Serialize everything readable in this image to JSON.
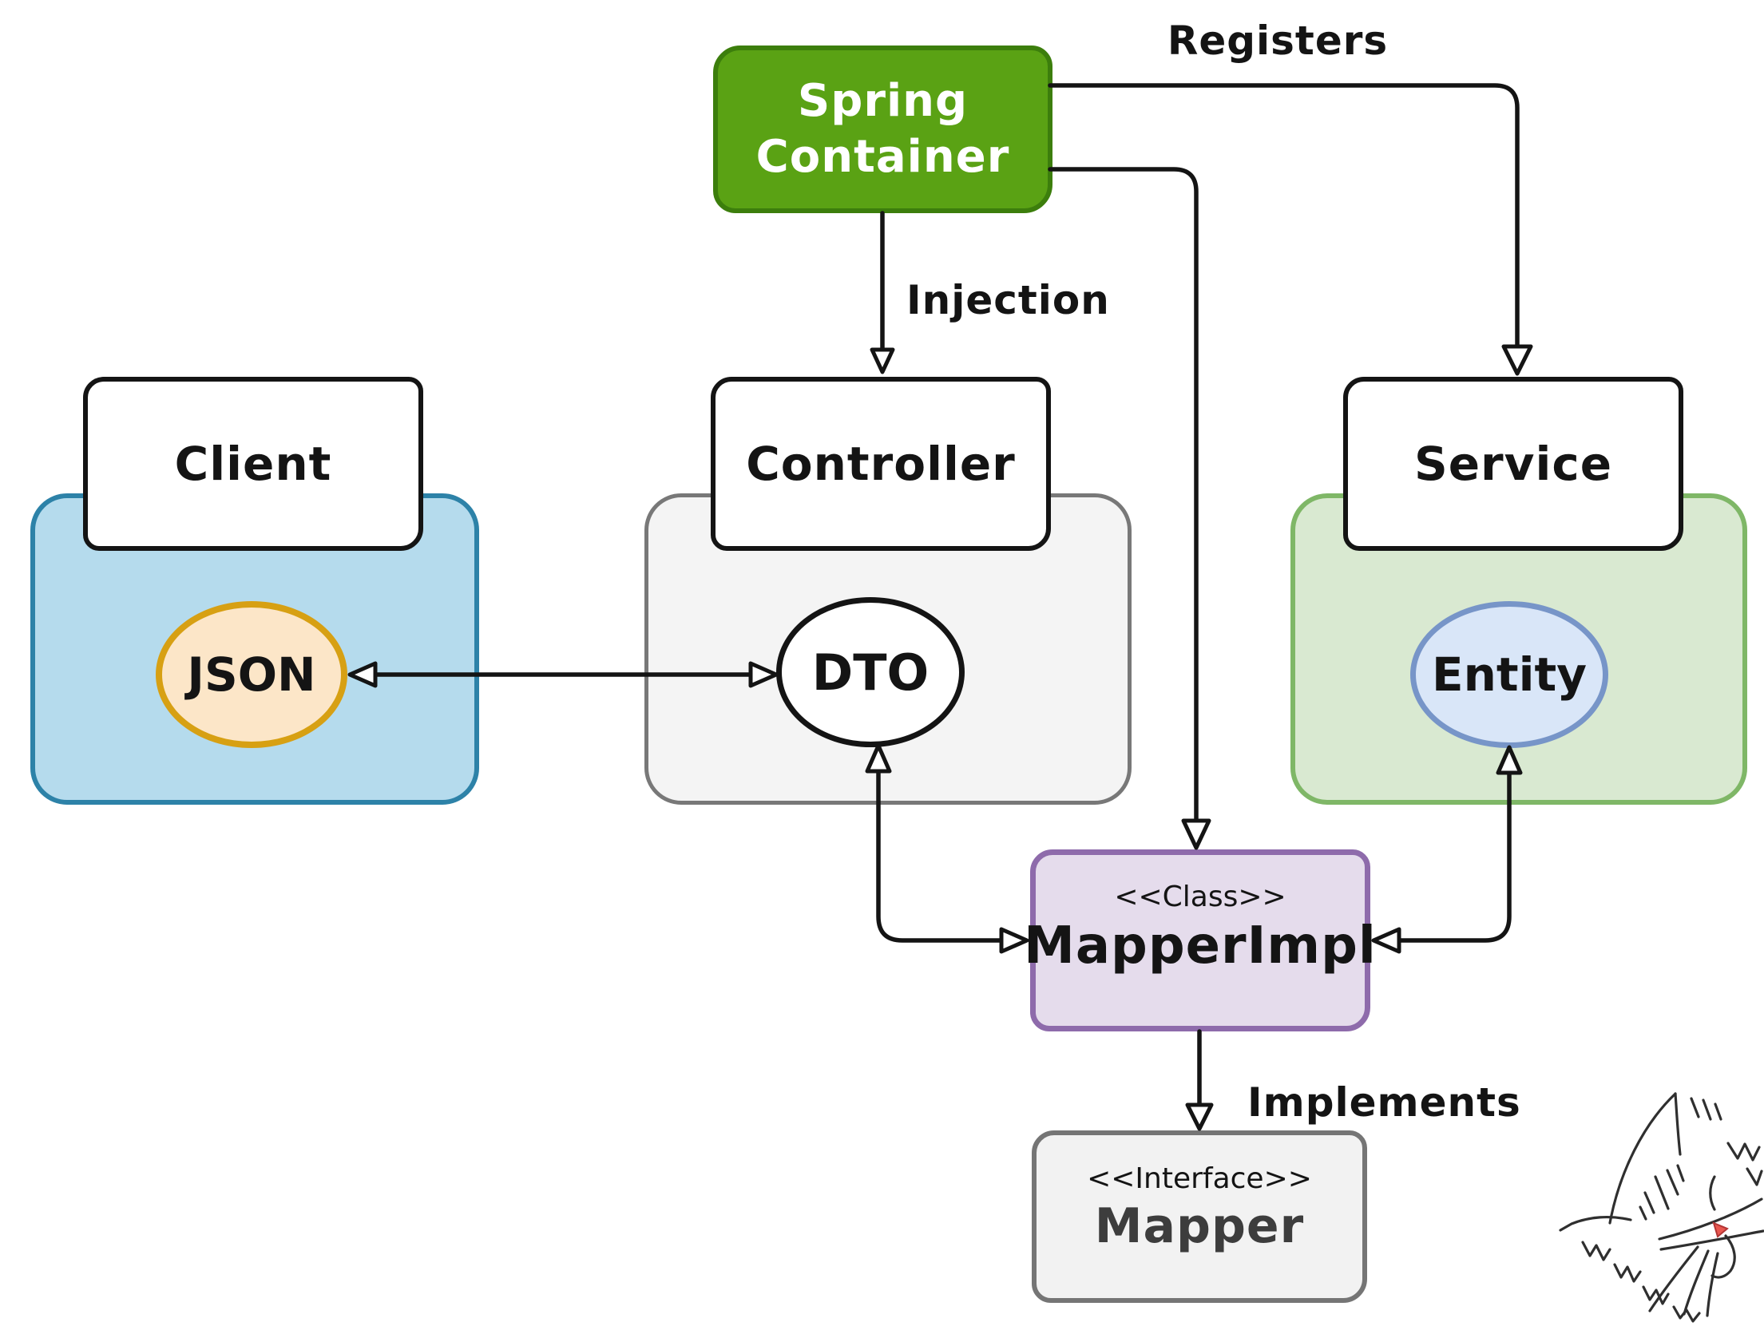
{
  "nodes": {
    "spring_container": {
      "line1": "Spring",
      "line2": "Container"
    },
    "client": {
      "label": "Client"
    },
    "json": {
      "label": "JSON"
    },
    "controller": {
      "label": "Controller"
    },
    "dto": {
      "label": "DTO"
    },
    "service": {
      "label": "Service"
    },
    "entity": {
      "label": "Entity"
    },
    "mapper_impl": {
      "stereotype": "<<Class>>",
      "label": "MapperImpl"
    },
    "mapper": {
      "stereotype": "<<Interface>>",
      "label": "Mapper"
    }
  },
  "edge_labels": {
    "registers": "Registers",
    "injection": "Injection",
    "implements": "Implements"
  },
  "colors": {
    "canvas_bg": "#ffffff",
    "line": "#141414",
    "spring_container_fill": "#5aa214",
    "spring_container_border": "#3c7e0c",
    "spring_container_text": "#ffffff",
    "client_fill": "#b5dbed",
    "client_border": "#2d82a8",
    "json_fill": "#fce6c8",
    "json_border": "#d7a013",
    "controller_fill": "#f4f4f4",
    "controller_border": "#787878",
    "dto_fill": "#ffffff",
    "dto_border": "#141414",
    "service_fill": "#d9e9d1",
    "service_border": "#7fb767",
    "entity_fill": "#d9e6f8",
    "entity_border": "#7795c8",
    "mapper_impl_fill": "#e5dcec",
    "mapper_impl_border": "#8e6bab",
    "mapper_fill": "#f2f2f2",
    "mapper_border": "#757575",
    "mapper_text": "#3d3d3d",
    "cat_nose": "#e8574f"
  }
}
